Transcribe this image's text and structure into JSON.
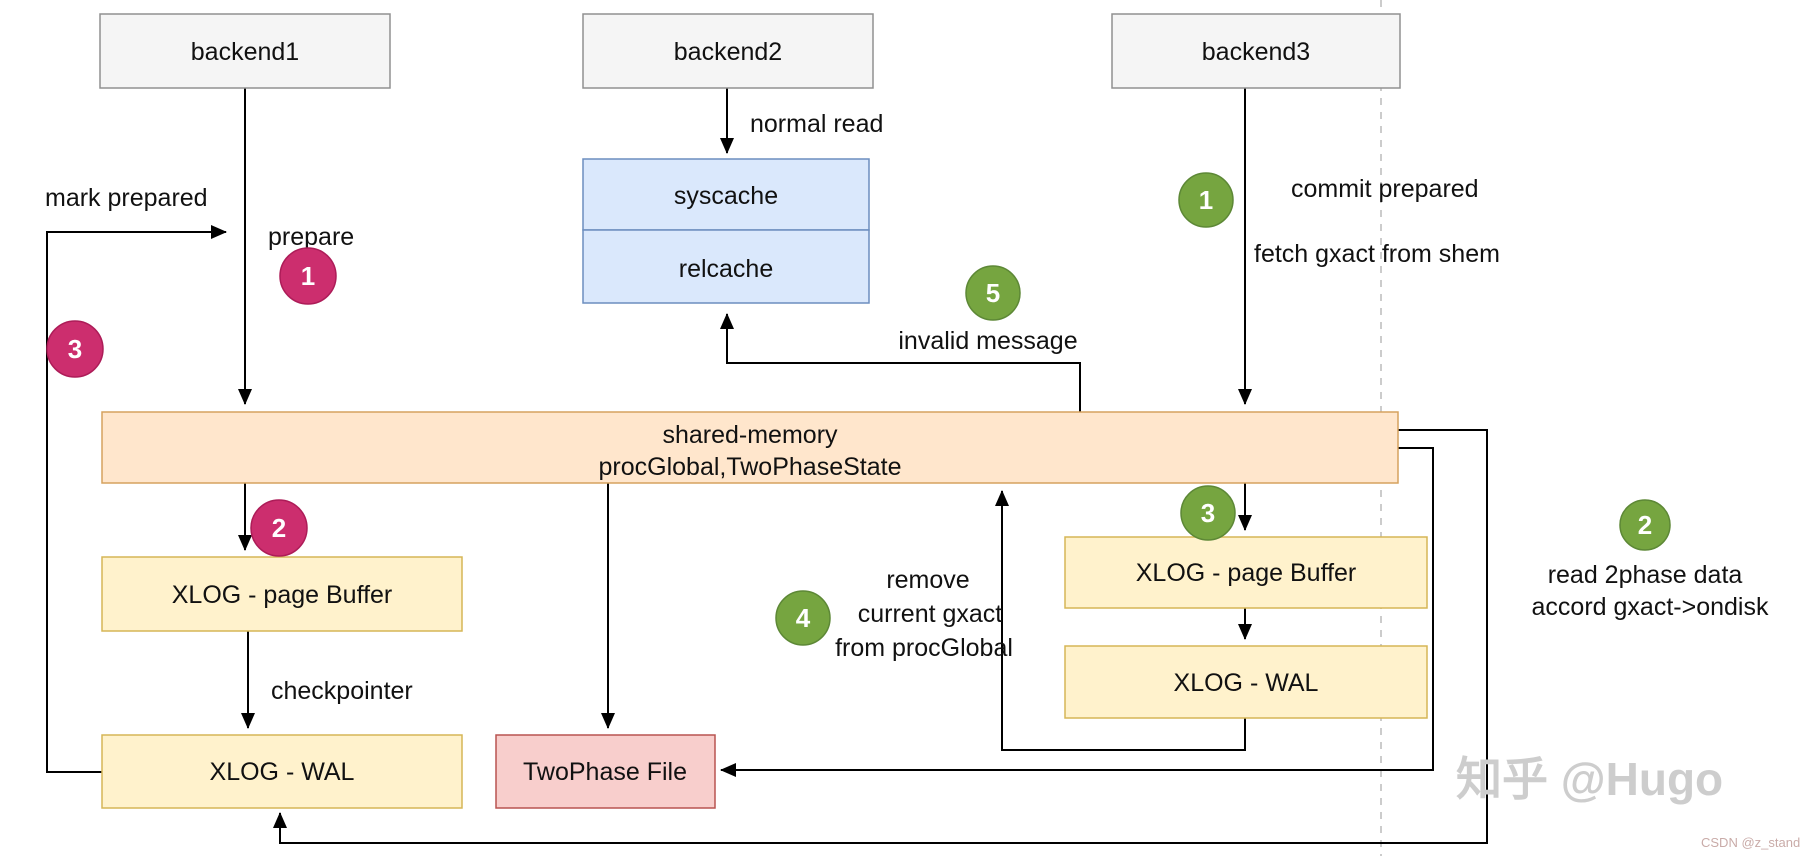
{
  "colors": {
    "gray_fill": "#f5f5f5",
    "gray_border": "#909090",
    "blue_fill": "#dae8fc",
    "blue_border": "#6c8ebf",
    "orange_fill": "#ffe6cc",
    "orange_border": "#d6a25e",
    "yellow_fill": "#fff2cc",
    "yellow_border": "#d6b656",
    "red_fill": "#f8cecc",
    "red_border": "#b85450",
    "pink_badge": "#cc2e6e",
    "pink_badge_border": "#ad1c58",
    "green_badge": "#76a540",
    "green_badge_border": "#5d8836",
    "line": "#000000",
    "dashed_line": "#bbbbbb",
    "watermark_zhihu": "#cdcdcd",
    "watermark_csdn": "#c9aba8",
    "text": "#111111"
  },
  "nodes": {
    "backend1": "backend1",
    "backend2": "backend2",
    "backend3": "backend3",
    "syscache": "syscache",
    "relcache": "relcache",
    "shared_memory_line1": "shared-memory",
    "shared_memory_line2": "procGlobal,TwoPhaseState",
    "xlog_page_buffer_left": "XLOG - page Buffer",
    "xlog_wal_left": "XLOG - WAL",
    "twophase_file": "TwoPhase File",
    "xlog_page_buffer_right": "XLOG - page Buffer",
    "xlog_wal_right": "XLOG - WAL"
  },
  "labels": {
    "mark_prepared": "mark prepared",
    "prepare": "prepare",
    "normal_read": "normal read",
    "invalid_message": "invalid message",
    "commit_prepared": "commit prepared",
    "fetch_gxact": "fetch gxact from shem",
    "checkpointer": "checkpointer",
    "remove_line1": "remove",
    "remove_line2": "current gxact",
    "remove_line3": "from procGlobal",
    "read_line1": "read 2phase data",
    "read_line2": "accord gxact->ondisk"
  },
  "badges": {
    "pink_1": "1",
    "pink_2": "2",
    "pink_3": "3",
    "green_1": "1",
    "green_2": "2",
    "green_3": "3",
    "green_4": "4",
    "green_5": "5"
  },
  "watermarks": {
    "zhihu": "知乎 @Hugo",
    "csdn": "CSDN @z_stand"
  }
}
